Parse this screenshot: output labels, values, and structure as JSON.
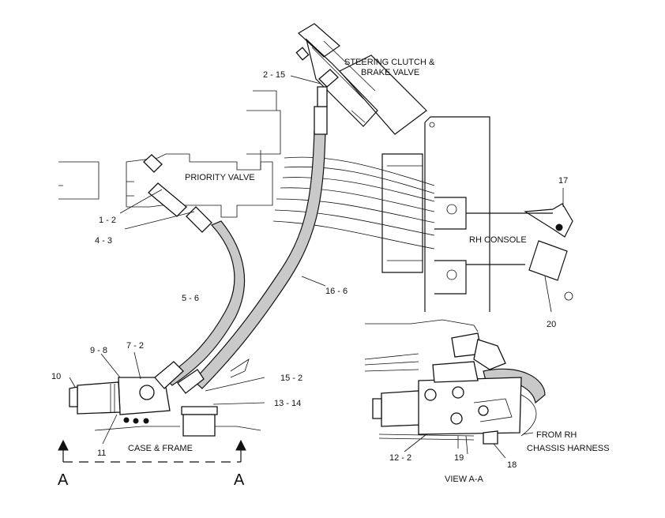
{
  "labels": {
    "steering_valve": "STEERING CLUTCH &",
    "steering_valve_2": "BRAKE VALVE",
    "priority_valve": "PRIORITY VALVE",
    "rh_console": "RH  CONSOLE",
    "case_frame": "CASE & FRAME",
    "view_aa": "VIEW A-A",
    "from_rh": "FROM RH",
    "chassis_harness": "CHASSIS HARNESS",
    "section_a_left": "A",
    "section_a_right": "A"
  },
  "callouts": {
    "c_2_15": "2 - 15",
    "c_1_2": "1 - 2",
    "c_4_3": "4  - 3",
    "c_5_6": "5 - 6",
    "c_16_6": "16 - 6",
    "c_17": "17",
    "c_20": "20",
    "c_9_8": "9  - 8",
    "c_7_2": "7 - 2",
    "c_10": "10",
    "c_15_2": "15 - 2",
    "c_13_14": "13 - 14",
    "c_11": "11",
    "c_12_2": "12 - 2",
    "c_19": "19",
    "c_18": "18"
  }
}
